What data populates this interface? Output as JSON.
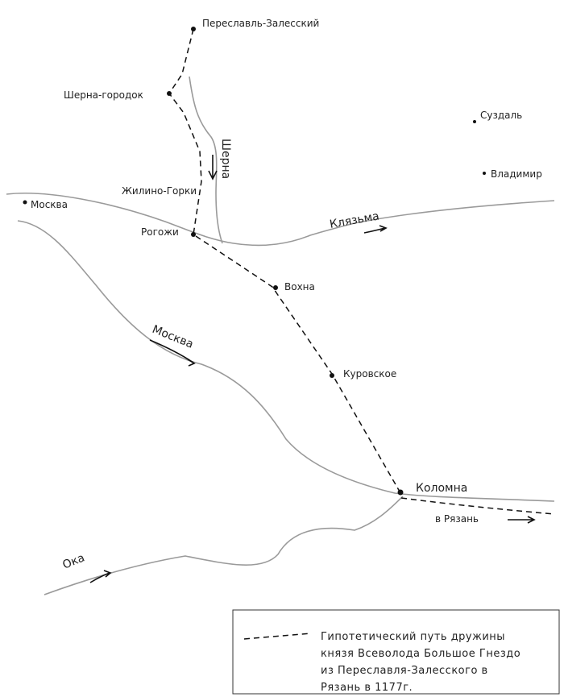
{
  "towns": [
    {
      "id": "pereslavl",
      "name": "Переславль-Залесский"
    },
    {
      "id": "sherna-gorodok",
      "name": "Шерна-городок"
    },
    {
      "id": "suzdal",
      "name": "Суздаль"
    },
    {
      "id": "vladimir",
      "name": "Владимир"
    },
    {
      "id": "zhilino-gorki",
      "name": "Жилино-Горки"
    },
    {
      "id": "moskva-town",
      "name": "Москва"
    },
    {
      "id": "rogozhi",
      "name": "Рогожи"
    },
    {
      "id": "vokhna",
      "name": "Вохна"
    },
    {
      "id": "kurovskoe",
      "name": "Куровское"
    },
    {
      "id": "kolomna",
      "name": "Коломна"
    }
  ],
  "rivers": {
    "sherna": "Шерна",
    "klyazma": "Клязьма",
    "moskva": "Москва",
    "oka": "Ока"
  },
  "direction": "в Рязань",
  "legend": {
    "lines": [
      "Гипотетический путь дружины",
      "князя Всеволода Большое Гнездо",
      "из Переславля-Залесского в",
      "Рязань в 1177г."
    ]
  }
}
